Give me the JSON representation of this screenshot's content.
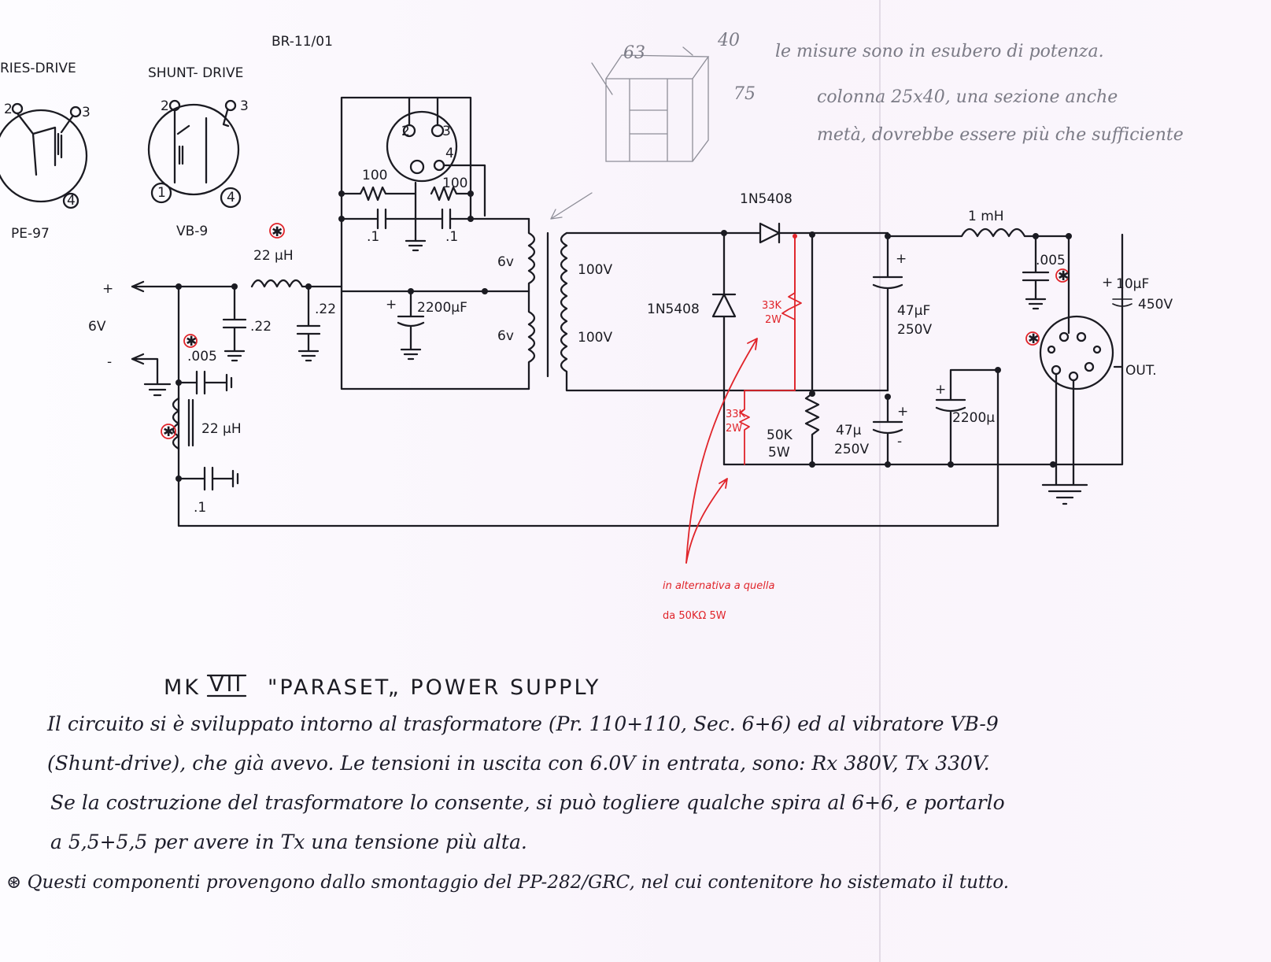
{
  "document": {
    "ref": "BR-11/01",
    "title": "MK VII  \"PARASET„  POWER SUPPLY",
    "title_mk": "MK",
    "title_vii": "VII",
    "title_rest": "\"PARASET„  POWER SUPPLY"
  },
  "vibrators": {
    "series_label": "RIES-DRIVE",
    "series_name": "PE-97",
    "shunt_label": "SHUNT- DRIVE",
    "shunt_name": "VB-9",
    "pin_1": "1",
    "pin_2": "2",
    "pin_3": "3",
    "pin_4": "4"
  },
  "pencil_note": {
    "dim_a": "63",
    "dim_b": "40",
    "dim_c": "75",
    "line1": "le misure sono in esubero di potenza.",
    "line2": "colonna 25x40, una sezione anche",
    "line3": "metà, dovrebbe essere più che sufficiente"
  },
  "labels": {
    "input_plus": "+",
    "input_minus": "-",
    "input_voltage": "6V",
    "l_in": "22 µH",
    "c_022a": ".22",
    "c_022b": ".22",
    "c_005a": ".005",
    "l_lower": "22 µH",
    "c_01a": ".1",
    "c_01b": ".1",
    "c_01c": ".1",
    "r100a": "100",
    "r100b": "100",
    "c_in_bulk": "2200µF",
    "c_in_plus": "+",
    "sec_6v_a": "6v",
    "sec_6v_b": "6v",
    "pri_100v_a": "100V",
    "pri_100v_b": "100V",
    "d_top": "1N5408",
    "d_left": "1N5408",
    "l_out": "1 mH",
    "c_005b": ".005",
    "c_47_top": "47µF",
    "c_47_top_v": "250V",
    "c_47_bot": "47µ",
    "c_47_bot_v": "250V",
    "r_50k": "50K",
    "r_50k_w": "5W",
    "c_2200_out": "2200µ",
    "c_10uf": "10µF",
    "c_10uf_v": "450V",
    "out": "OUT.",
    "plus_sign": "+",
    "minus_sign": "-",
    "pin_2": "2",
    "pin_3": "3",
    "pin_4": "4"
  },
  "red_annotation": {
    "r_a": "33K",
    "r_a_w": "2W",
    "r_b": "33K",
    "r_b_w": "2W",
    "note_line1": "in alternativa a quella",
    "note_line2": "da 50KΩ 5W"
  },
  "notes": {
    "line1": "Il circuito si è sviluppato intorno al trasformatore (Pr. 110+110, Sec. 6+6) ed al vibratore VB-9",
    "line2": "(Shunt-drive), che già avevo. Le tensioni in uscita con 6.0V in entrata, sono: Rx 380V, Tx 330V.",
    "line3": "Se la costruzione del trasformatore lo consente, si può togliere qualche spira al 6+6, e portarlo",
    "line4": "a 5,5+5,5 per avere in Tx una tensione più alta.",
    "footnote_marker": "⊛",
    "footnote": "Questi componenti provengono dallo smontaggio del PP-282/GRC, nel cui contenitore ho sistemato il tutto."
  },
  "colors": {
    "ink": "#1b1b22",
    "red_ink": "#e0242a",
    "pencil": "#8e8e98",
    "paper": "#fbf6fc"
  }
}
